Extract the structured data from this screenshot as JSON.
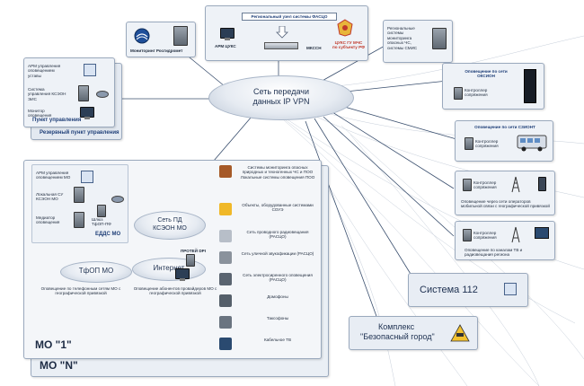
{
  "top": {
    "regional_node": "Региональный узел системы ФАСЦО",
    "arm_cuks": "АРМ ЦУКС",
    "mkssn": "МКССН",
    "cuks_line1": "ЦУКС ГУ МЧС",
    "cuks_line2": "по субъекту РФ",
    "monitoring_rgm": "Мониторинг Росгидромет",
    "regional_systems": "Региональные системы мониторинга опасных ЧС, системы СМИС"
  },
  "left": {
    "arm_duty": "АРМ управления оповещением уставы",
    "ctrl_server": "Система управления КСЭОН ЭИС",
    "monitor_sign": "Монитор оповещения",
    "control_point": "Пункт управления",
    "reserve_point": "Резервный пункт управления"
  },
  "network": {
    "line1": "Сеть передачи",
    "line2": "данных IP VPN"
  },
  "right": {
    "oksion_title": "Оповещение по сети ОКСИОН",
    "oksion_ctrl": "Контроллер сопряжения",
    "szion_title": "Оповещение по сети СЗИОНТ",
    "szion_ctrl": "Контроллер сопряжения",
    "mobile_ctrl": "Контроллер сопряжения",
    "mobile_note": "Оповещение через сети операторов мобильной связи с географической привязкой",
    "tv_ctrl": "Контроллер сопряжения",
    "tv_note": "Оповещение по каналам ТВ и радиовещания региона",
    "system112": "Система 112",
    "complex_line1": "Комплекс",
    "complex_line2": "\"Безопасный город\""
  },
  "edds": {
    "arm": "АРМ управления оповещением МО",
    "local_su": "Локальная СУ КСЭОН МО",
    "mediator": "Медиатор оповещения",
    "shlyuz": "Шлюз ТфОП-ПФ",
    "name": "ЕДДС МО",
    "cloud_line1": "Сеть ПД",
    "cloud_line2": "КСЭОН МО",
    "tfop": "ТфОП МО",
    "internet": "Интернет",
    "protei": "ПРОТЕЙ DPI",
    "tfop_note": "Оповещение по телефонным сетям МО с географической привязкой",
    "internet_note": "Оповещение абонентов провайдеров МО с географической привязкой"
  },
  "list": [
    {
      "text": "Системы мониторинга опасных природных и техногенных ЧС и ПОО Локальные системы оповещения ПОО",
      "icon": "factory-icon"
    },
    {
      "text": "Объекты, оборудованные системами СОУЭ",
      "icon": "fire-icon"
    },
    {
      "text": "Сеть проводного радиовещания (РАСЦО)",
      "icon": "radio-icon"
    },
    {
      "text": "Сеть уличной звукофикации (РАСЦО)",
      "icon": "loudspeaker-icon"
    },
    {
      "text": "Сеть электросиренного оповещения (РАСЦО)",
      "icon": "siren-icon"
    },
    {
      "text": "Домофоны",
      "icon": "intercom-icon"
    },
    {
      "text": "Таксофоны",
      "icon": "payphone-icon"
    },
    {
      "text": "Кабельное ТВ",
      "icon": "tv-icon"
    }
  ],
  "mo": {
    "mo1": "МО \"1\"",
    "mon": "МО \"N\""
  }
}
